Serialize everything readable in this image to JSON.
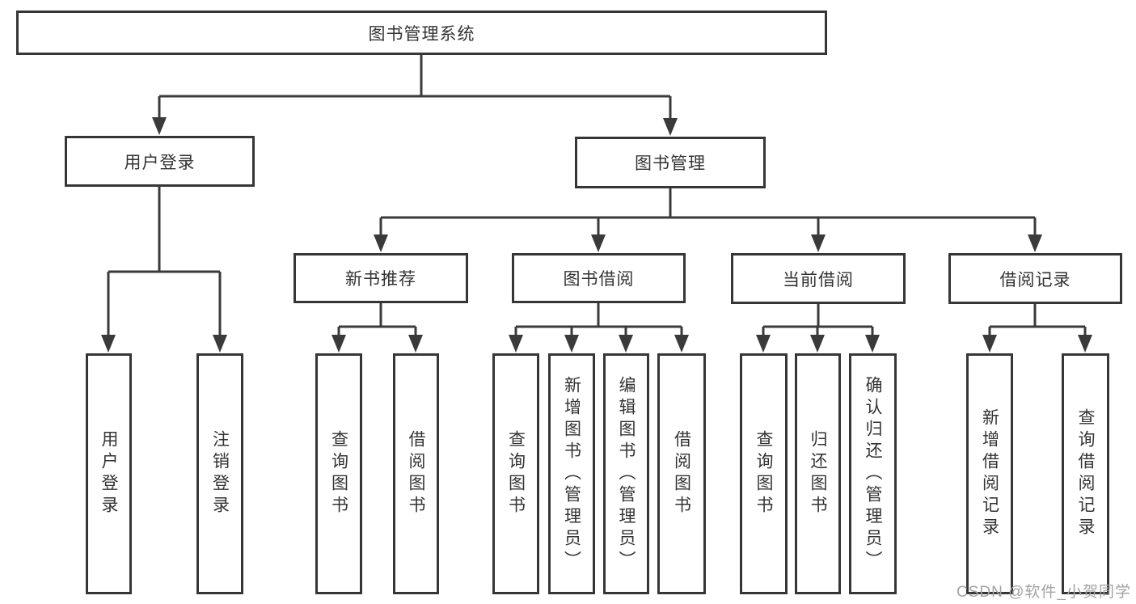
{
  "colors": {
    "line": "#3a3a3a",
    "box_border": "#363636",
    "text": "#333333",
    "watermark": "#a3a3a3",
    "background": "#ffffff"
  },
  "tree": {
    "root": "图书管理系统",
    "children": [
      {
        "label": "用户登录",
        "children": [
          "用户登录",
          "注销登录"
        ]
      },
      {
        "label": "图书管理",
        "children": [
          {
            "label": "新书推荐",
            "children": [
              "查询图书",
              "借阅图书"
            ]
          },
          {
            "label": "图书借阅",
            "children": [
              "查询图书",
              "新增图书（管理员）",
              "编辑图书（管理员）",
              "借阅图书"
            ]
          },
          {
            "label": "当前借阅",
            "children": [
              "查询图书",
              "归还图书",
              "确认归还（管理员）"
            ]
          },
          {
            "label": "借阅记录",
            "children": [
              "新增借阅记录",
              "查询借阅记录"
            ]
          }
        ]
      }
    ]
  },
  "watermark": {
    "text": "CSDN @软件_小贺同学"
  }
}
